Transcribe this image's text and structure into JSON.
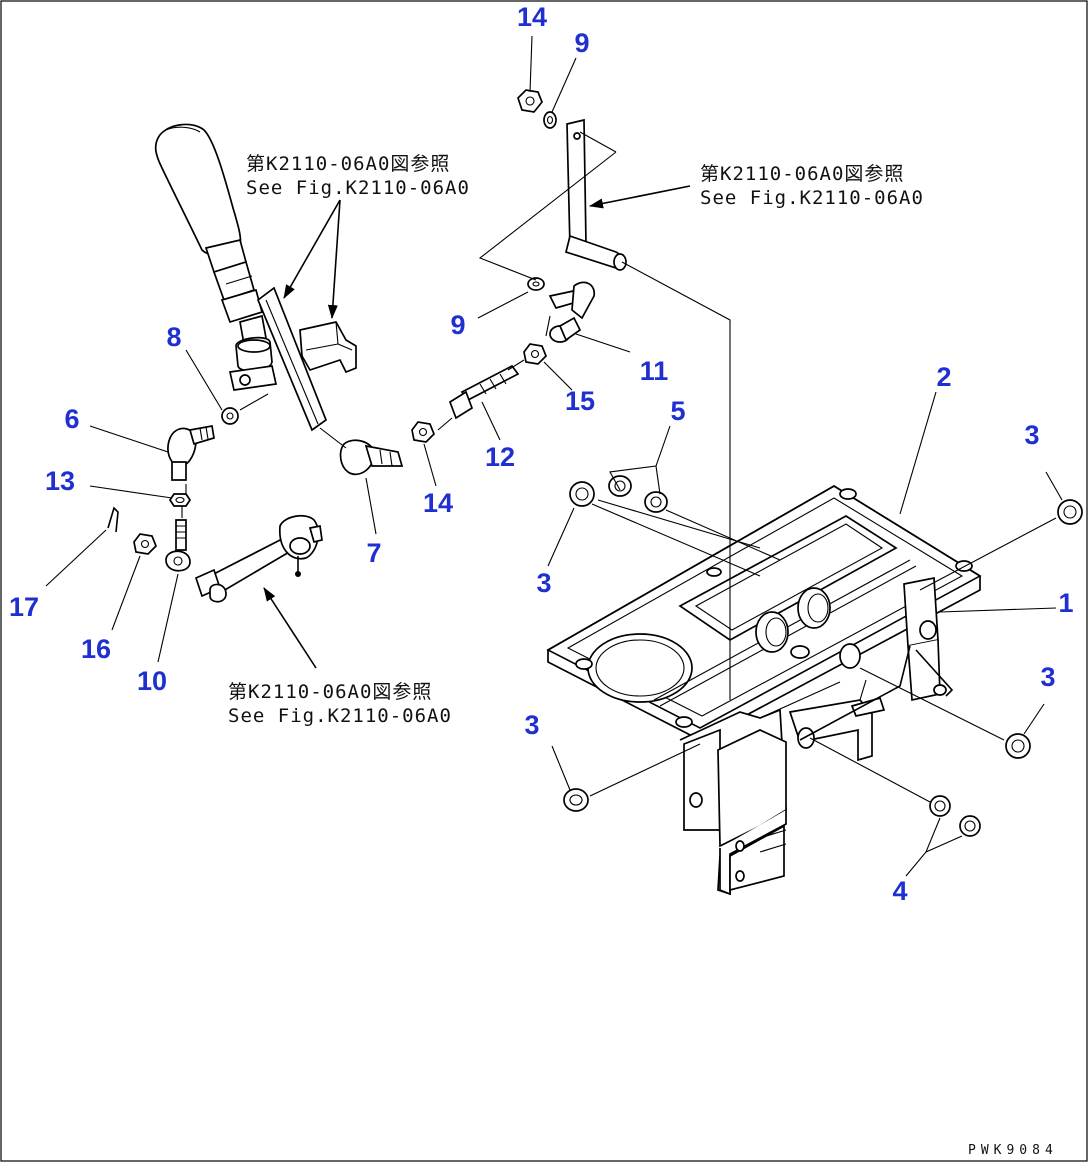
{
  "figure": {
    "drawing_code": "PWK9084",
    "reference_notes": [
      {
        "id": "top-left",
        "ja": "第K2110-06A0図参照",
        "en": "See Fig.K2110-06A0"
      },
      {
        "id": "top-right",
        "ja": "第K2110-06A0図参照",
        "en": "See Fig.K2110-06A0"
      },
      {
        "id": "bottom",
        "ja": "第K2110-06A0図参照",
        "en": "See Fig.K2110-06A0"
      }
    ],
    "callouts": [
      {
        "id": "c14a",
        "label": "14"
      },
      {
        "id": "c9a",
        "label": "9"
      },
      {
        "id": "c9b",
        "label": "9"
      },
      {
        "id": "c8",
        "label": "8"
      },
      {
        "id": "c11",
        "label": "11"
      },
      {
        "id": "c15",
        "label": "15"
      },
      {
        "id": "c6",
        "label": "6"
      },
      {
        "id": "c12",
        "label": "12"
      },
      {
        "id": "c5",
        "label": "5"
      },
      {
        "id": "c2",
        "label": "2"
      },
      {
        "id": "c3a",
        "label": "3"
      },
      {
        "id": "c13",
        "label": "13"
      },
      {
        "id": "c14b",
        "label": "14"
      },
      {
        "id": "c7",
        "label": "7"
      },
      {
        "id": "c3b",
        "label": "3"
      },
      {
        "id": "c1",
        "label": "1"
      },
      {
        "id": "c17",
        "label": "17"
      },
      {
        "id": "c16",
        "label": "16"
      },
      {
        "id": "c10",
        "label": "10"
      },
      {
        "id": "c3c",
        "label": "3"
      },
      {
        "id": "c3d",
        "label": "3"
      },
      {
        "id": "c4",
        "label": "4"
      }
    ]
  }
}
